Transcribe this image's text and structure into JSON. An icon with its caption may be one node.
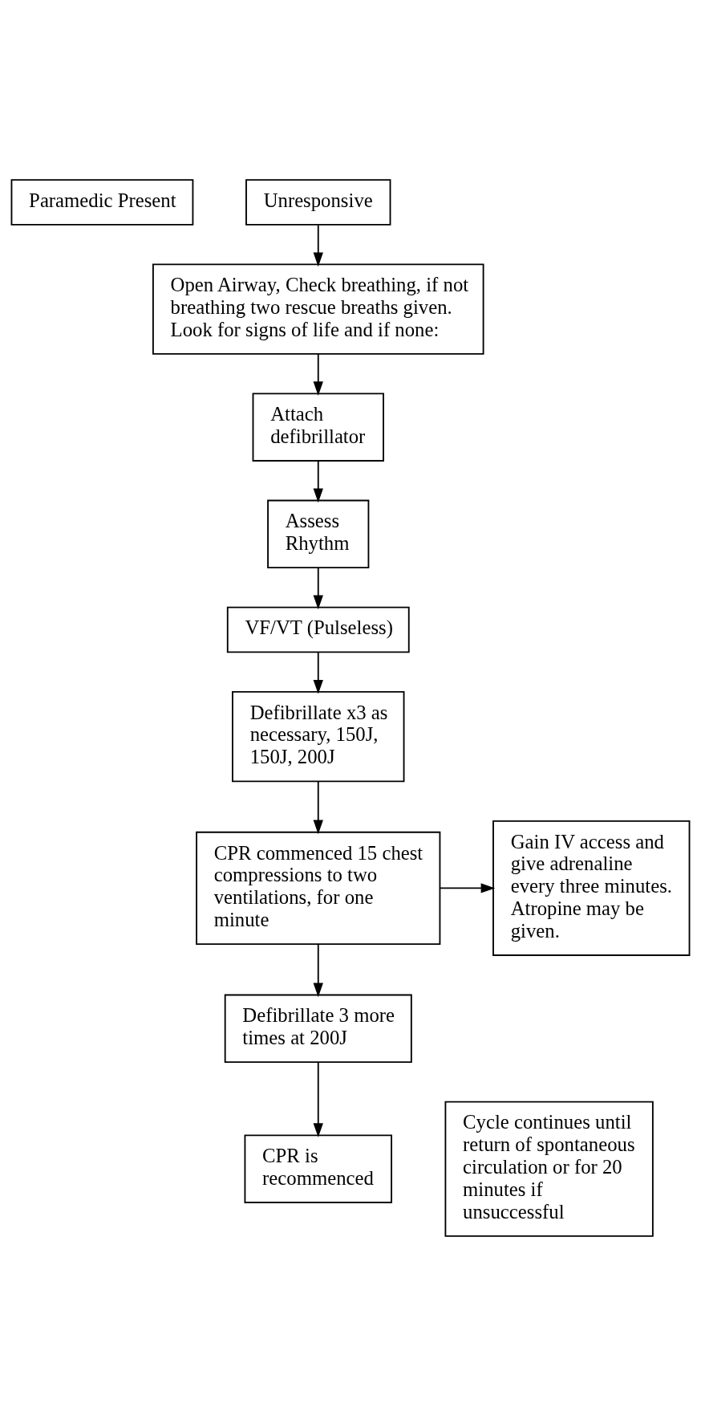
{
  "diagram": {
    "nodes": [
      {
        "text": [
          "Paramedic Present"
        ]
      },
      {
        "text": [
          "Unresponsive"
        ]
      },
      {
        "text": [
          "Open Airway, Check breathing, if not breathing two rescue breaths given. Look for signs of life and if none:"
        ]
      },
      {
        "text": [
          "Attach defibrillator"
        ]
      },
      {
        "text": [
          "Assess Rhythm"
        ]
      },
      {
        "text": [
          "VF/VT (Pulseless)"
        ]
      },
      {
        "text": [
          "Defibrillate x3 as necessary, 150J, 150J, 200J"
        ]
      },
      {
        "text": [
          "CPR commenced 15 chest compressions to two ventilations, for one minute"
        ]
      },
      {
        "text": [
          "Gain IV access and give adrenaline every three minutes. Atropine may be given."
        ]
      },
      {
        "text": [
          "Defibrillate 3 more times at 200J"
        ]
      },
      {
        "text": [
          "CPR is recommenced"
        ]
      },
      {
        "text": [
          "Cycle continues until return of spontaneous circulation or for 20 minutes if unsuccessful"
        ]
      }
    ],
    "edges": [
      {
        "from": 1,
        "to": 2,
        "arrow": "to"
      },
      {
        "from": 2,
        "to": 3,
        "arrow": "to"
      },
      {
        "from": 3,
        "to": 4,
        "arrow": "to"
      },
      {
        "from": 4,
        "to": 5,
        "arrow": "to"
      },
      {
        "from": 5,
        "to": 6,
        "arrow": "to"
      },
      {
        "from": 6,
        "to": 7,
        "arrow": "to"
      },
      {
        "from": 7,
        "to": 8,
        "arrow": "to"
      },
      {
        "from": 7,
        "to": 9,
        "arrow": "to"
      },
      {
        "from": 9,
        "to": 10,
        "arrow": "to"
      }
    ]
  }
}
